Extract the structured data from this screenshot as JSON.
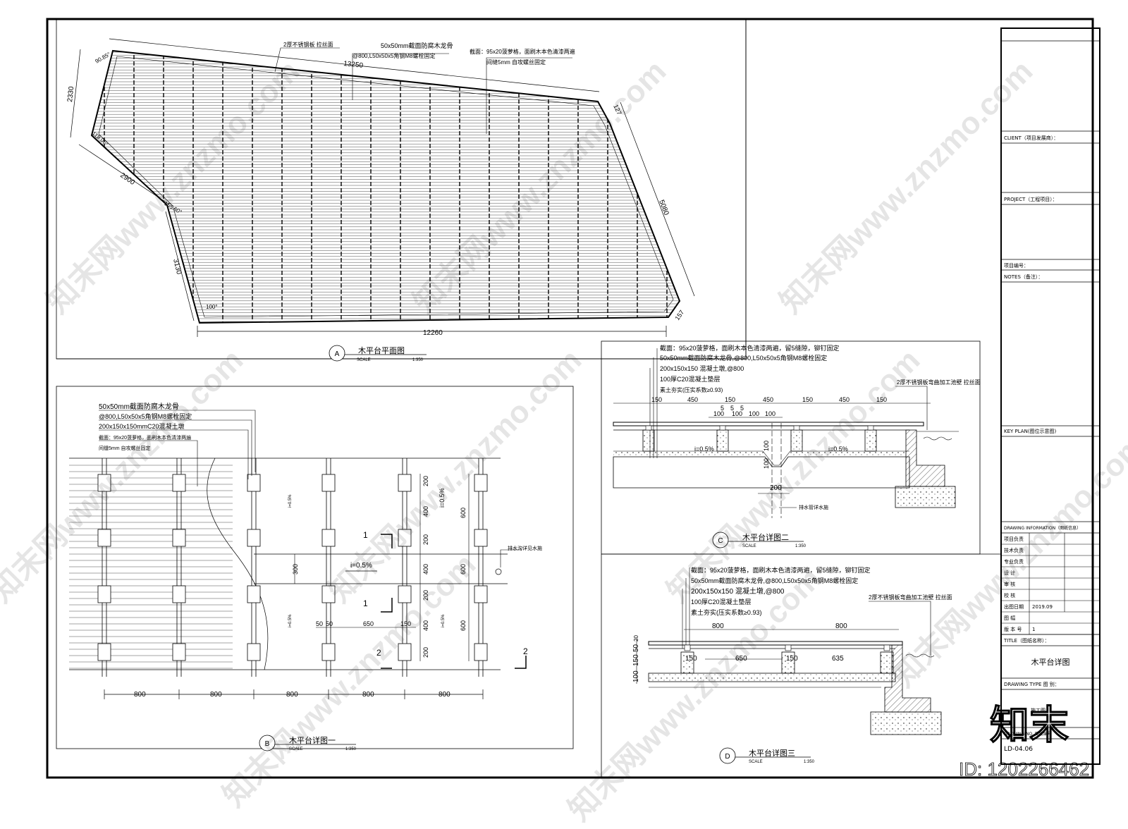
{
  "watermark": "知末网www.znzmo.com",
  "corner_brand": "知末",
  "corner_id": "ID: 1202266462",
  "plan_a": {
    "notes": [
      "2厚不锈钢板  拉丝面",
      "50x50mm截面防腐木龙骨",
      "@800,L50x50x5角钢M8螺栓固定",
      "截面：95x20菠萝格，面刷木本色清漆两遍",
      "间缝5mm  自攻螺丝固定"
    ],
    "dims": [
      "13250",
      "2330",
      "2900",
      "3130",
      "5080",
      "12260",
      "127",
      "157"
    ],
    "angles": [
      "90.85°",
      "118.06°",
      "155.60°",
      "100°"
    ],
    "label": "A",
    "title": "木平台平面图",
    "scale_label": "SCALE",
    "scale": "1:350"
  },
  "detail_b": {
    "notes": [
      "50x50mm截面防腐木龙骨",
      "@800,L50x50x5角钢M8螺栓固定",
      "200x150x150mmC20混凝土墩",
      "截面：95x20菠萝格，面刷木本色清漆两遍",
      "间缝5mm  自攻螺丝固定"
    ],
    "drain_note": "排水沟详见水施",
    "slope": "i=0.5%",
    "dims_bottom": [
      "800",
      "800",
      "800",
      "800",
      "800"
    ],
    "dims_vertical": [
      "200",
      "400",
      "200",
      "300",
      "400",
      "200",
      "400",
      "200"
    ],
    "dims_right": [
      "600",
      "600",
      "600"
    ],
    "dims_inner": [
      "50",
      "50",
      "650",
      "150"
    ],
    "section_marks": [
      "1",
      "1",
      "2",
      "2"
    ],
    "label": "B",
    "title": "木平台详图一",
    "scale_label": "SCALE",
    "scale": "1:350"
  },
  "detail_c": {
    "notes": [
      "截面：95x20菠萝格，面刷木本色清漆两遍，留5缝隙，铆钉固定",
      "50x50mm截面防腐木龙骨,@800,L50x50x5角钢M8螺栓固定",
      "200x150x150  混凝土墩,@800",
      "100厚C20混凝土垫层",
      "素土夯实(压实系数≥0.93)"
    ],
    "right_note": "2厚不锈钢板弯曲加工池壁  拉丝面",
    "dims_top": [
      "150",
      "450",
      "150",
      "450",
      "150",
      "450",
      "150"
    ],
    "dims_small": [
      "5",
      "5",
      "5",
      "100",
      "100",
      "100",
      "100"
    ],
    "slope": "i=0.5%",
    "dims_drain": [
      "200",
      "100",
      "100"
    ],
    "drain_label": "排水管详水施",
    "label": "C",
    "title": "木平台详图二",
    "scale_label": "SCALE",
    "scale": "1:350"
  },
  "detail_d": {
    "notes": [
      "截面：95x20菠萝格，面刷木本色清漆两遍，留5缝隙，铆钉固定",
      "50x50mm截面防腐木龙骨,@800,L50x50x5角钢M8螺栓固定",
      "200x150x150  混凝土墩,@800",
      "100厚C20混凝土垫层",
      "素土夯实(压实系数≥0.93)"
    ],
    "right_note": "2厚不锈钢板弯曲加工池壁  拉丝面",
    "dims_top": [
      "800",
      "800"
    ],
    "dims_mid": [
      "150",
      "650",
      "150",
      "635"
    ],
    "dims_left": [
      "100",
      "150",
      "50",
      "20"
    ],
    "label": "D",
    "title": "木平台详图三",
    "scale_label": "SCALE",
    "scale": "1:350"
  },
  "title_block": {
    "client": "CLIENT（项目发展商）：",
    "project": "PROJECT（工程项目）：",
    "project_no": "项目编号：",
    "notes": "NOTES（备注）：",
    "key_plan": "KEY PLAN(图位示意图)",
    "drawing_info": "DRAWING INFORMATION（图纸信息）",
    "rows": [
      "项目负责",
      "技术负责",
      "专业负责",
      "设    计",
      "审    核",
      "校    核",
      "出图日期",
      "图    幅",
      "版 本 号"
    ],
    "date": "2019.09",
    "version": "1",
    "title_label": "TITLE（图纸名称）：",
    "drawing_title": "木平台详图",
    "drawing_type": "DRAWING  TYPE  图 别：",
    "drawing_type_value": "施工图",
    "drawing_no_label": "DRAWING NO. 图纸编号",
    "drawing_no": "LD-04.06"
  }
}
